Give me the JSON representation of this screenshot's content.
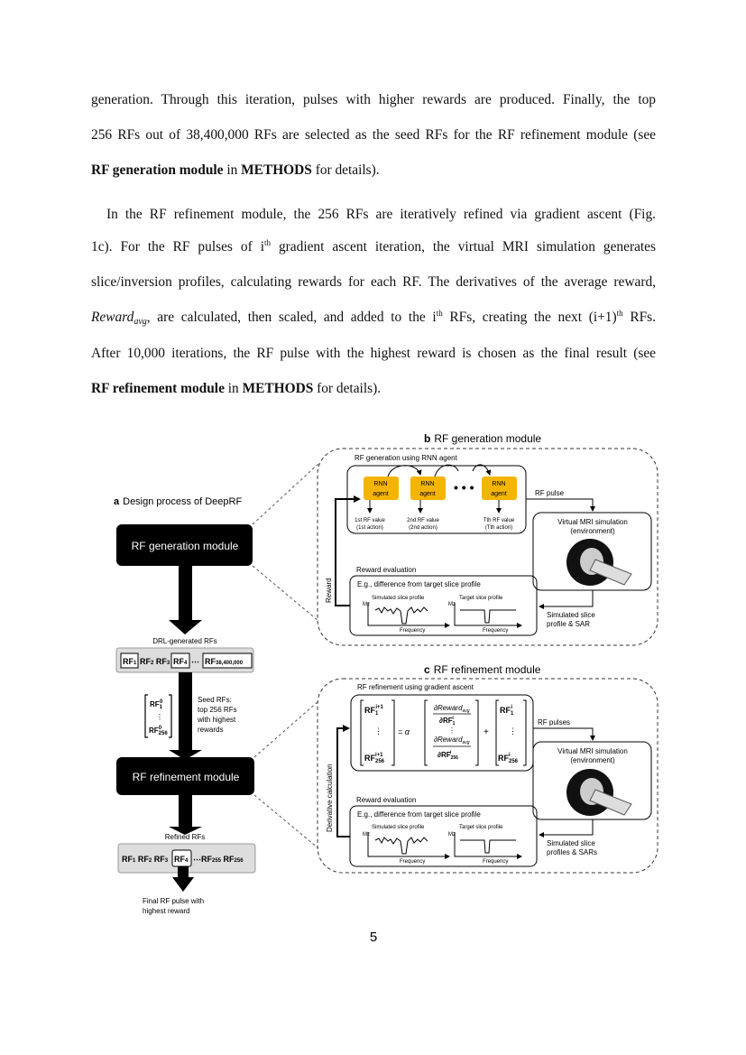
{
  "paragraph1": {
    "line1": "generation. Through this iteration, pulses with higher rewards are produced. Finally, the top",
    "line2": "256 RFs out of 38,400,000 RFs are selected as the seed RFs for the RF refinement module (see",
    "line3_bold1": "RF generation module",
    "line3_mid": " in ",
    "line3_bold2": "METHODS",
    "line3_end": " for details)."
  },
  "paragraph2": {
    "line1": "In the RF refinement module, the 256 RFs are iteratively refined via gradient ascent (Fig.",
    "line2_a": "1c). For the RF pulses of i",
    "line2_sup": "th",
    "line2_b": " gradient ascent iteration, the virtual MRI simulation generates",
    "line3": "slice/inversion profiles, calculating rewards for each RF. The derivatives of the average reward,",
    "line4_var": "Reward",
    "line4_sub": "avg",
    "line4_a": ", are calculated, then scaled, and added to the i",
    "line4_sup1": "th",
    "line4_b": " RFs, creating the next (i+1)",
    "line4_sup2": "th",
    "line4_c": " RFs.",
    "line5": "After 10,000 iterations, the RF pulse with the highest reward is chosen as the final result (see",
    "line6_bold1": "RF refinement module",
    "line6_mid": " in ",
    "line6_bold2": "METHODS",
    "line6_end": " for details)."
  },
  "figure": {
    "panel_a": {
      "letter": "a",
      "title": "Design process of DeepRF",
      "gen_module": "RF generation module",
      "drl_label": "DRL-generated RFs",
      "seed_text": [
        "Seed RFs:",
        "top 256 RFs",
        "with highest",
        "rewards"
      ],
      "ref_module": "RF refinement module",
      "refined_label": "Refined RFs",
      "final_text": [
        "Final RF pulse with",
        "highest reward"
      ]
    },
    "panel_b": {
      "letter": "b",
      "title": "RF generation module",
      "rnn_title": "RF generation using RNN agent",
      "agent_label": [
        "RNN",
        "agent"
      ],
      "rf_value_1": [
        "1st RF value",
        "(1st action)"
      ],
      "rf_value_2": [
        "2nd RF value",
        "(2nd action)"
      ],
      "rf_value_t": [
        "Tth RF value",
        "(Tth action)"
      ],
      "rf_pulse": "RF pulse",
      "sim_title": [
        "Virtual MRI simulation",
        "(environment)"
      ],
      "reward_eval": "Reward evaluation",
      "eg_text": "E.g., difference from target slice profile",
      "sim_profile": "Simulated slice profile",
      "target_profile": "Target slice profile",
      "frequency": "Frequency",
      "mz": "Mz",
      "sim_out": [
        "Simulated slice",
        "profile & SAR"
      ],
      "reward_axis": "Reward"
    },
    "panel_c": {
      "letter": "c",
      "title": "RF refinement module",
      "grad_title": "RF refinement using gradient ascent",
      "rf_pulses": "RF pulses",
      "sim_title": [
        "Virtual MRI simulation",
        "(environment)"
      ],
      "reward_eval": "Reward evaluation",
      "eg_text": "E.g., difference from target slice profile",
      "sim_profile": "Simulated slice profile",
      "target_profile": "Target slice profile",
      "frequency": "Frequency",
      "mz": "Mz",
      "sim_out": [
        "Simulated slice",
        "profiles & SARs"
      ],
      "deriv_axis": "Derivative calculation",
      "equals": "= α",
      "plus": "+"
    }
  },
  "page_number": "5"
}
